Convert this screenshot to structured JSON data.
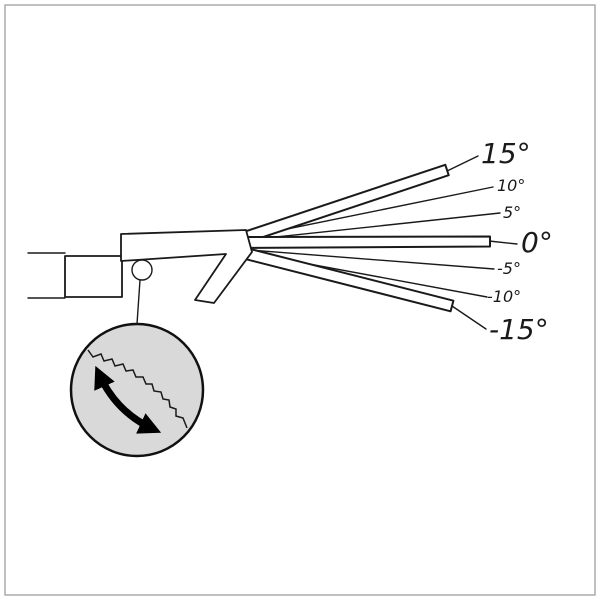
{
  "diagram": {
    "type": "tilt-angle-adjustment",
    "angles": [
      {
        "label": "15°",
        "size": "large"
      },
      {
        "label": "10°",
        "size": "small"
      },
      {
        "label": "5°",
        "size": "small"
      },
      {
        "label": "0°",
        "size": "large"
      },
      {
        "label": "-5°",
        "size": "small"
      },
      {
        "label": "-10°",
        "size": "small"
      },
      {
        "label": "-15°",
        "size": "large"
      }
    ],
    "colors": {
      "line": "#1a1a1a",
      "magnifier_fill": "#d9d9d9",
      "frame": "#ababab",
      "background": "#ffffff"
    }
  }
}
